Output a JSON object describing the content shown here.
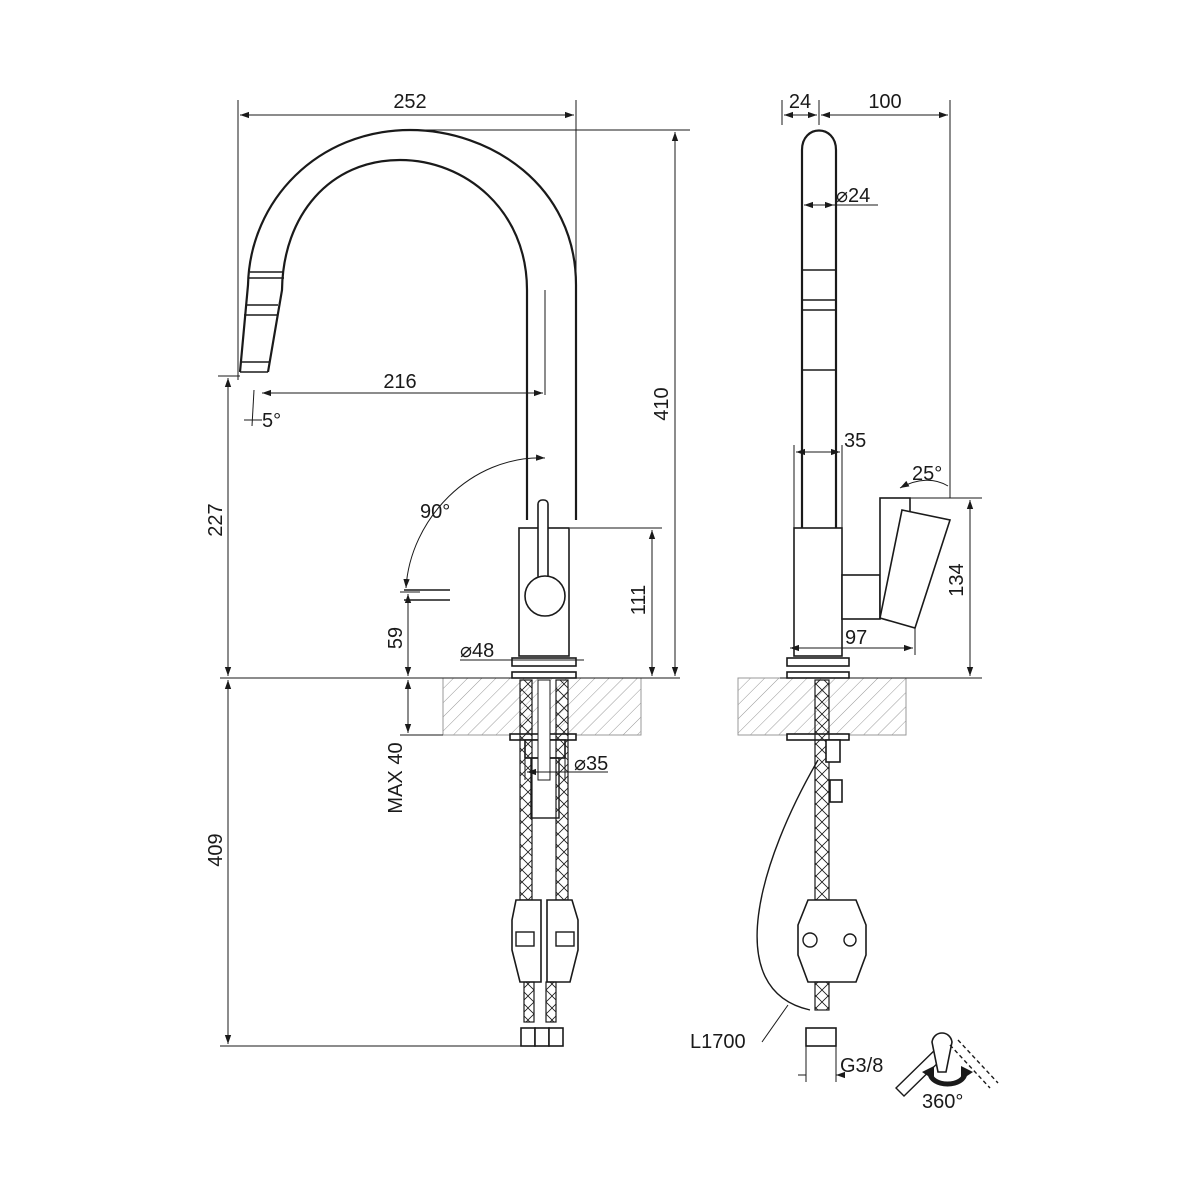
{
  "dimensions": {
    "front": {
      "total_width": "252",
      "spout_reach": "216",
      "spout_tilt": "5°",
      "total_height": "410",
      "spout_outlet_height": "227",
      "lever_rotation": "90°",
      "lever_height": "59",
      "body_height": "111",
      "base_diameter": "48",
      "counter_thickness": "MAX 40",
      "hole_diameter": "35",
      "below_counter": "409"
    },
    "side": {
      "spout_offset": "24",
      "top_reach": "100",
      "spout_diameter": "24",
      "body_width": "35",
      "lever_tilt": "25°",
      "lever_height": "134",
      "lever_depth": "97",
      "hose_length": "L1700",
      "thread": "G3/8"
    },
    "swivel": "360°"
  },
  "colors": {
    "line": "#1a1a1a",
    "background": "#ffffff",
    "hatch": "#999999"
  }
}
